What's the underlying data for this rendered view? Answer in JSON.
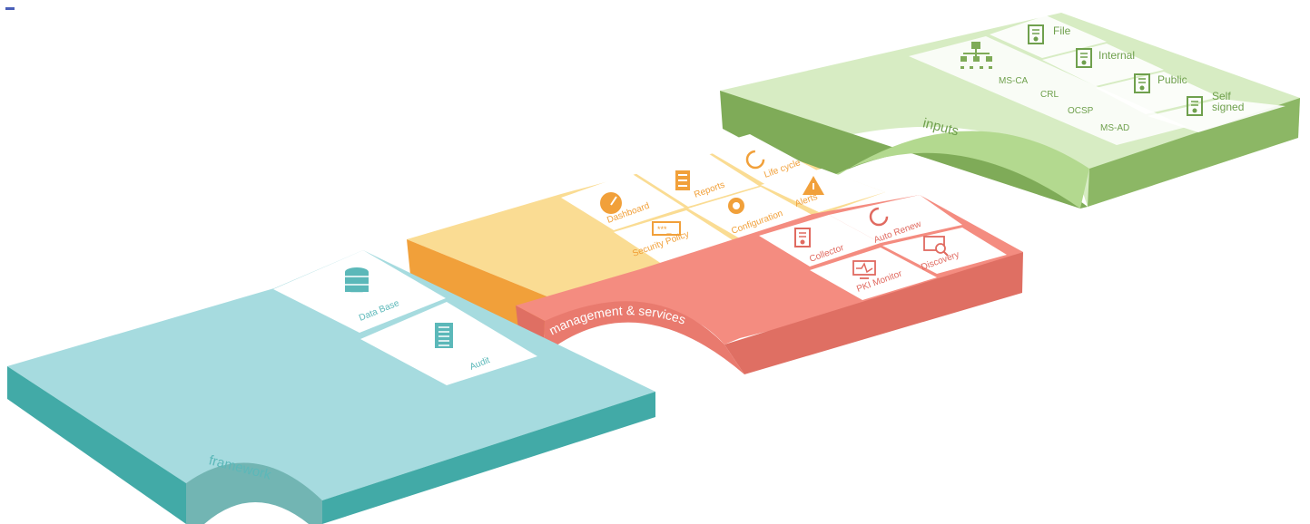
{
  "colors": {
    "framework_top": "#a6dbdf",
    "framework_side": "#42aaa7",
    "management_top": "#f48c80",
    "management_side": "#df6f63",
    "services_top": "#fadc93",
    "services_side": "#f1a03a",
    "inputs_top": "#d7ecc3",
    "inputs_side": "#7fab58",
    "tile": "#ffffff",
    "framework_text": "#5bb8b9",
    "services_text": "#f1a03a",
    "management_text": "#e06a60",
    "inputs_text": "#6fa04d"
  },
  "blocks": {
    "framework": {
      "label": "framework"
    },
    "management": {
      "label": "management & services"
    },
    "inputs": {
      "label": "inputs"
    }
  },
  "framework_tiles": [
    {
      "label": "Data Base",
      "icon": "database-icon"
    },
    {
      "label": "Audit",
      "icon": "document-icon"
    }
  ],
  "services_tiles": [
    {
      "label": "Dashboard",
      "icon": "gauge-icon"
    },
    {
      "label": "Reports",
      "icon": "report-icon"
    },
    {
      "label": "Life cycle",
      "icon": "cycle-icon"
    },
    {
      "label": "Security Policy",
      "icon": "password-icon"
    },
    {
      "label": "Configuration",
      "icon": "gear-icon"
    },
    {
      "label": "Alerts",
      "icon": "warning-icon"
    }
  ],
  "management_tiles": [
    {
      "label": "Collector",
      "icon": "certificate-icon"
    },
    {
      "label": "Auto Renew",
      "icon": "renew-icon"
    },
    {
      "label": "PKI Monitor",
      "icon": "monitor-icon"
    },
    {
      "label": "Discovery",
      "icon": "discovery-icon"
    }
  ],
  "inputs_main": {
    "icon": "network-icon",
    "items": [
      "MS-CA",
      "CRL",
      "OCSP",
      "MS-AD"
    ]
  },
  "inputs_tiles": [
    {
      "label": "File",
      "icon": "certificate-icon"
    },
    {
      "label": "Internal",
      "icon": "certificate-icon"
    },
    {
      "label": "Public",
      "icon": "certificate-icon"
    },
    {
      "label": "Self signed",
      "icon": "certificate-icon"
    }
  ]
}
